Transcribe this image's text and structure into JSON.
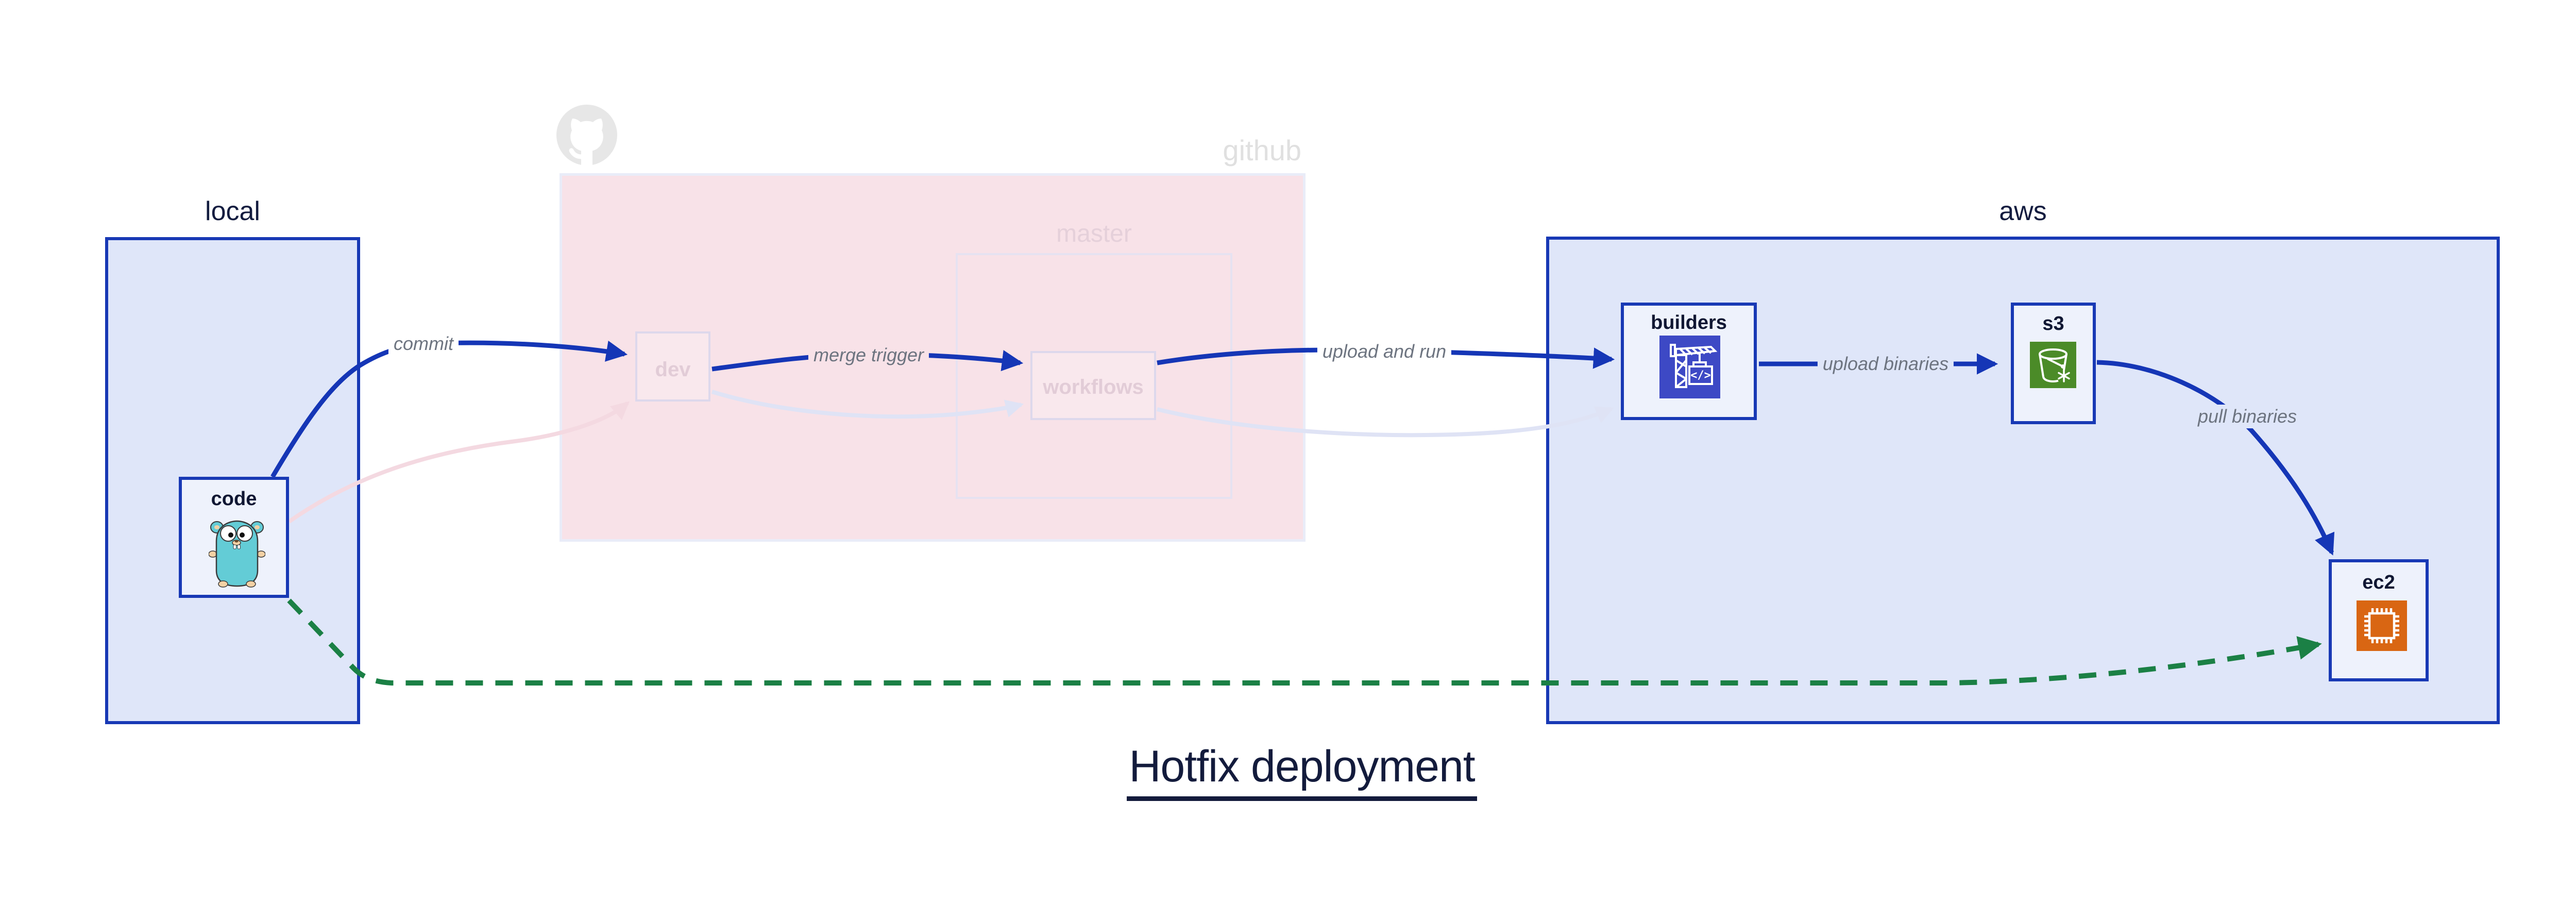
{
  "title": "Hotfix deployment",
  "groups": {
    "local": {
      "label": "local"
    },
    "github": {
      "label": "github",
      "master_label": "master"
    },
    "aws": {
      "label": "aws"
    }
  },
  "nodes": {
    "code": {
      "label": "code",
      "icon": "go-gopher-icon"
    },
    "dev": {
      "label": "dev",
      "state": "faded"
    },
    "workflows": {
      "label": "workflows",
      "state": "faded"
    },
    "builders": {
      "label": "builders",
      "icon": "codebuild-crane-icon",
      "icon_glyph": "</>"
    },
    "s3": {
      "label": "s3",
      "icon": "s3-bucket-icon"
    },
    "ec2": {
      "label": "ec2",
      "icon": "ec2-chip-icon"
    }
  },
  "edges": {
    "commit": {
      "label": "commit",
      "from": "code",
      "to": "dev",
      "style": "solid-blue"
    },
    "merge_trigger": {
      "label": "merge trigger",
      "from": "dev",
      "to": "workflows",
      "style": "solid-blue"
    },
    "upload_and_run": {
      "label": "upload and run",
      "from": "workflows",
      "to": "builders",
      "style": "solid-blue"
    },
    "upload_binaries": {
      "label": "upload binaries",
      "from": "builders",
      "to": "s3",
      "style": "solid-blue"
    },
    "pull_binaries": {
      "label": "pull binaries",
      "from": "s3",
      "to": "ec2",
      "style": "solid-blue"
    },
    "hotfix_pull": {
      "label": "",
      "from": "code",
      "to": "ec2",
      "style": "dashed-green"
    },
    "faded_commit": {
      "label": "",
      "from": "code",
      "to": "dev",
      "style": "faded-pink"
    },
    "faded_merge": {
      "label": "",
      "from": "dev",
      "to": "workflows",
      "style": "faded-lavender"
    },
    "faded_run": {
      "label": "",
      "from": "workflows",
      "to": "builders",
      "style": "faded-lavender"
    }
  },
  "colors": {
    "accent_blue": "#1839b5",
    "arrow_blue": "#1536b6",
    "group_fill_blue": "#dfe6f9",
    "node_fill": "#eef2fc",
    "github_pink": "#f8e2e8",
    "faded_node_fill": "#f9e8ed",
    "faded_border": "#ddd8ec",
    "hotfix_green": "#1b8045",
    "faded_pink_arrow": "#f4d9e1",
    "faded_lavender_arrow": "#dfe3f5",
    "edge_label_gray": "#6d7480",
    "dark_text": "#131c3f",
    "faded_text": "#e2ccd7",
    "github_gray": "#e4e4e4",
    "builders_icon_bg": "#3d49c5",
    "s3_icon_bg": "#4b8b28",
    "ec2_icon_bg": "#d96613"
  }
}
